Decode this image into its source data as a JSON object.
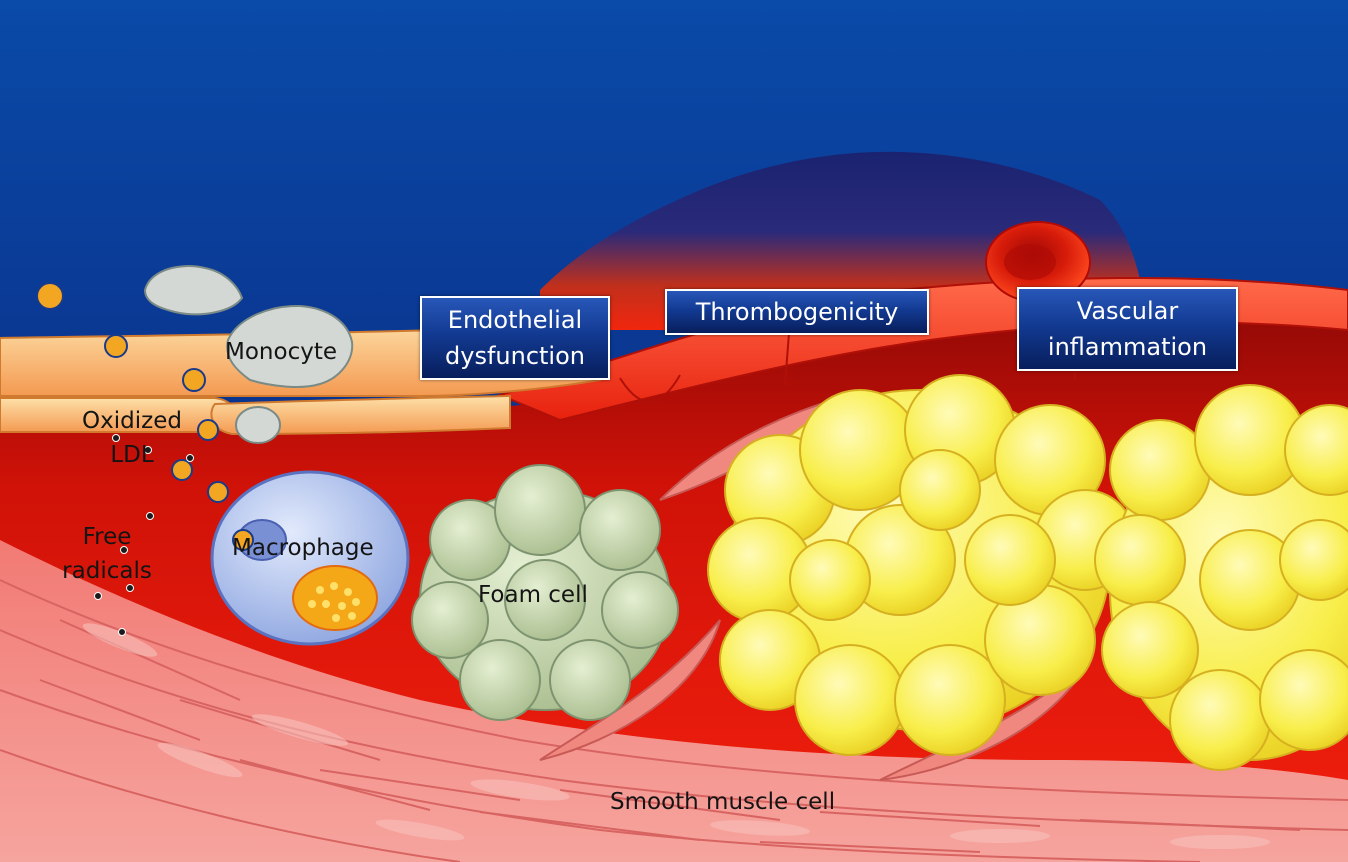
{
  "labels": {
    "monocyte": "Monocyte",
    "oxidized_ldl_line1": "Oxidized",
    "oxidized_ldl_line2": "LDL",
    "free_radicals_line1": "Free",
    "free_radicals_line2": "radicals",
    "macrophage": "Macrophage",
    "foam_cell": "Foam cell",
    "smooth_muscle_cell": "Smooth muscle cell"
  },
  "boxes": {
    "endothelial_line1": "Endothelial",
    "endothelial_line2": "dysfunction",
    "thrombogenicity": "Thrombogenicity",
    "vascular_line1": "Vascular",
    "vascular_line2": "inflammation"
  },
  "colors": {
    "lumen_top": "#0a3a9c",
    "lumen_bottom": "#0d2a7a",
    "endothelium": "#f9b86a",
    "intima_red": "#e81a0c",
    "intima_dark": "#8a0a08",
    "muscle": "#f48a86",
    "foam_green": "#c9d9b0",
    "plaque_yellow": "#f8f04a",
    "macrophage": "#b8c8ec",
    "box_blue": "#123a92"
  }
}
